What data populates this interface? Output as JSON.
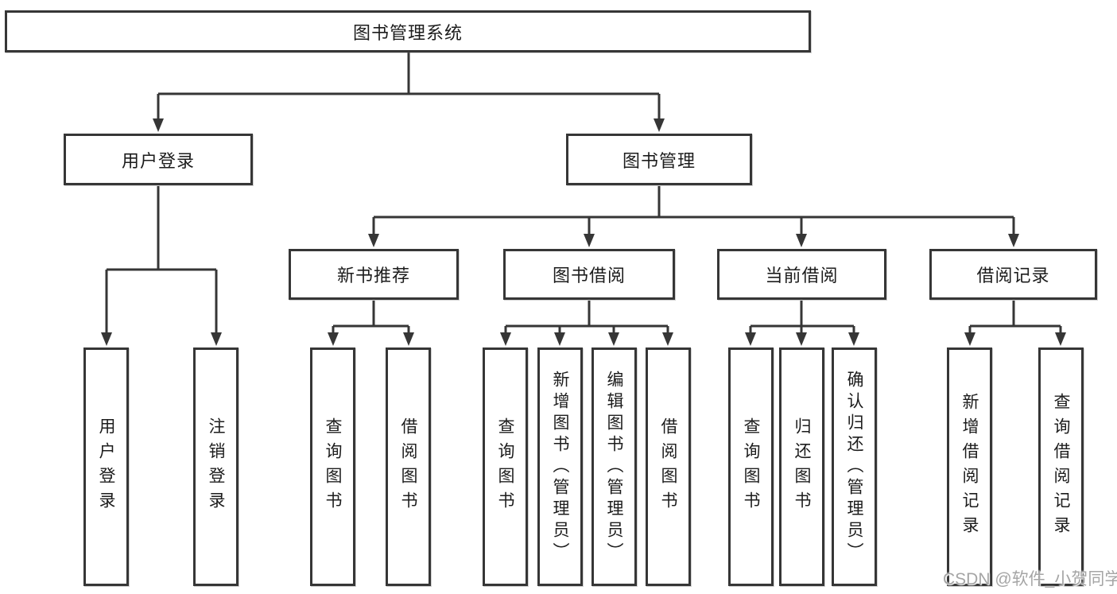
{
  "diagram": {
    "root": "图书管理系统",
    "level2": {
      "user_login": "用户登录",
      "book_management": "图书管理"
    },
    "level3": {
      "new_books": "新书推荐",
      "borrowing": "图书借阅",
      "current": "当前借阅",
      "records": "借阅记录"
    },
    "leaves": {
      "user_login": [
        "用户登录",
        "注销登录"
      ],
      "new_books": [
        "查询图书",
        "借阅图书"
      ],
      "borrowing": [
        "查询图书",
        "新增图书（管理员）",
        "编辑图书（管理员）",
        "借阅图书"
      ],
      "current": [
        "查询图书",
        "归还图书",
        "确认归还（管理员）"
      ],
      "records": [
        "新增借阅记录",
        "查询借阅记录"
      ]
    }
  },
  "watermark": "CSDN @软件_小贺同学",
  "colors": {
    "line": "#363636",
    "box_border": "#363636",
    "box_fill": "#ffffff",
    "text": "#1c1c1c",
    "watermark": "#a5a5a5"
  }
}
